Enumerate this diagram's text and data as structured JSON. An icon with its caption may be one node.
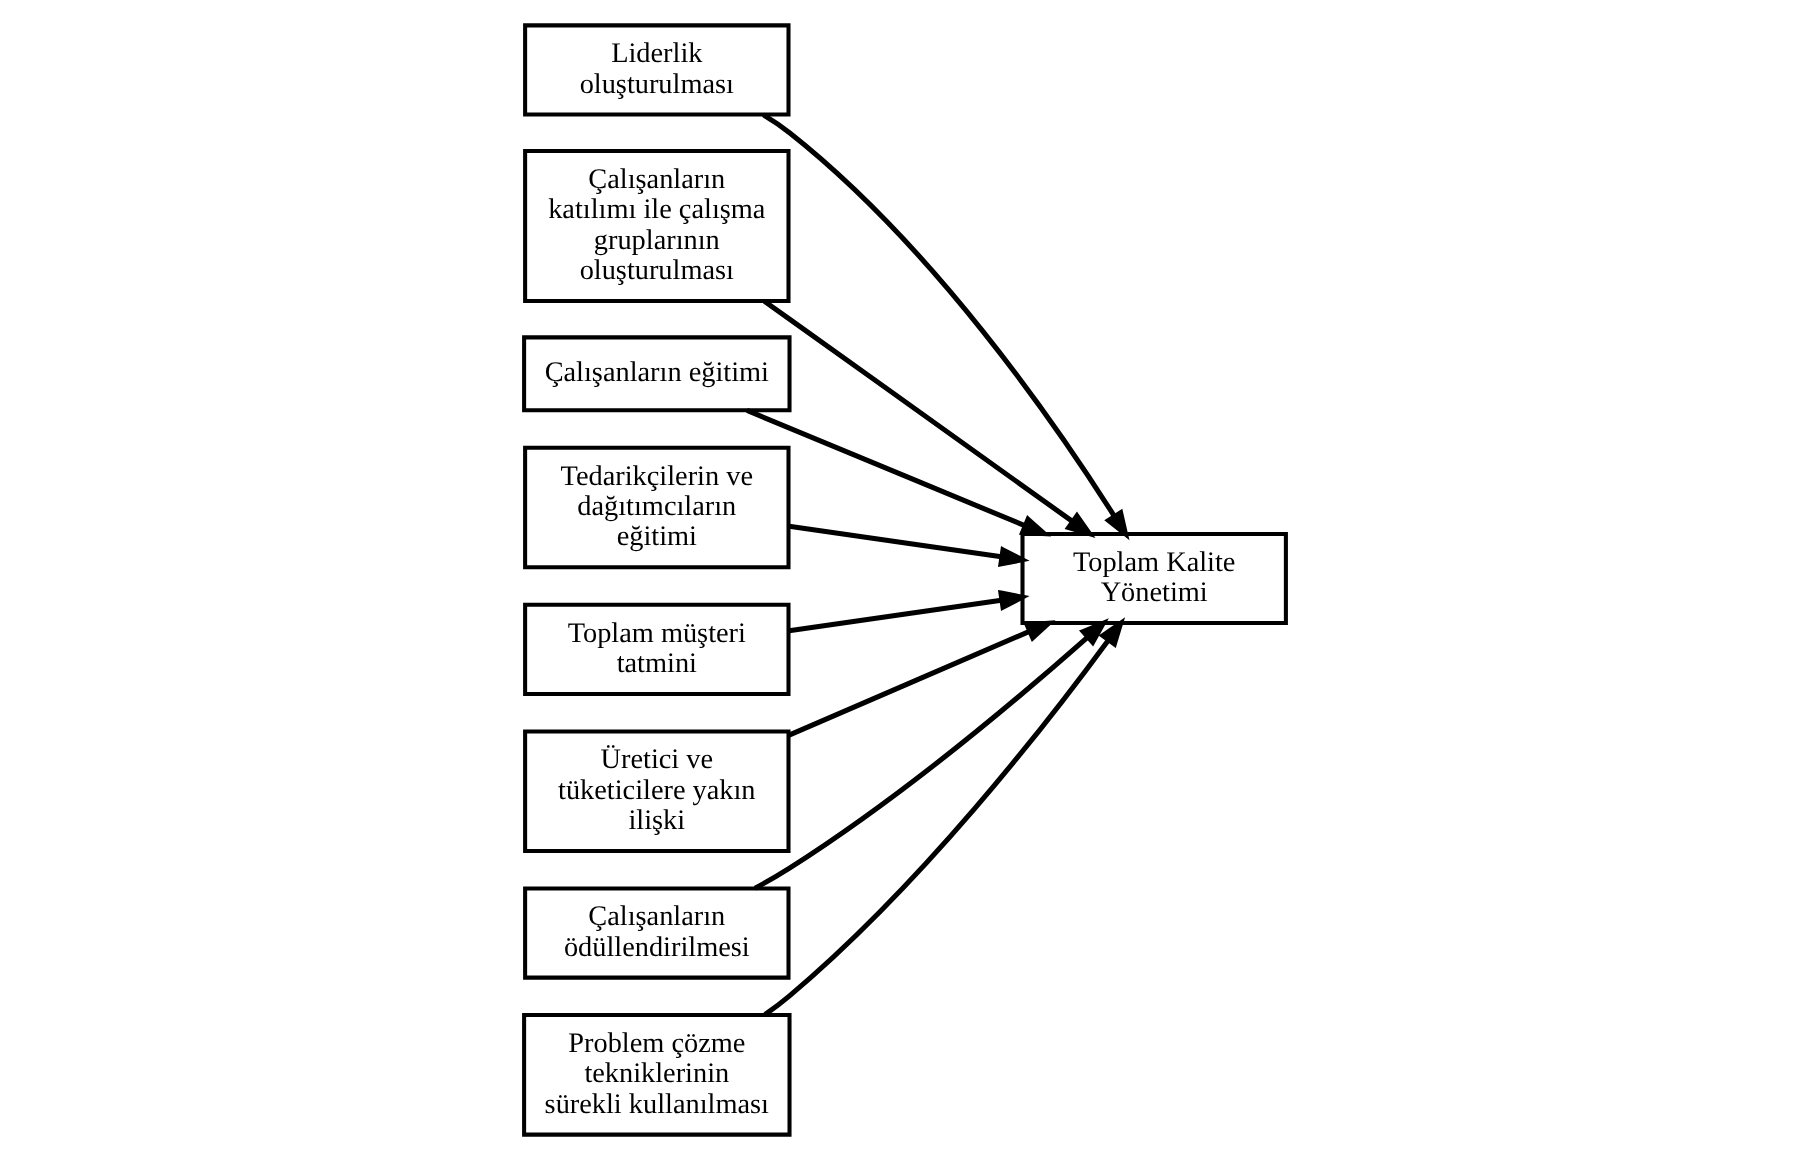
{
  "diagram": {
    "nodes": [
      {
        "text": [
          "Liderlik oluşturulması"
        ]
      },
      {
        "text": [
          "Çalışanların katılımı ile çalışma gruplarının oluşturulması"
        ]
      },
      {
        "text": [
          "Çalışanların eğitimi"
        ]
      },
      {
        "text": [
          "Tedarikçilerin ve dağıtımcıların eğitimi"
        ]
      },
      {
        "text": [
          "Toplam Kalite Yönetimi"
        ]
      },
      {
        "text": [
          "Toplam müşteri tatmini"
        ]
      },
      {
        "text": [
          "Üretici ve tüketicilere yakın ilişki"
        ]
      },
      {
        "text": [
          "Çalışanların ödüllendirilmesi"
        ]
      },
      {
        "text": [
          "Problem çözme tekniklerinin sürekli kullanılması"
        ]
      }
    ],
    "edges": [
      {
        "from": 0,
        "to": 4,
        "arrow": "to"
      },
      {
        "from": 1,
        "to": 4,
        "arrow": "to"
      },
      {
        "from": 2,
        "to": 4,
        "arrow": "to"
      },
      {
        "from": 3,
        "to": 4,
        "arrow": "to"
      },
      {
        "from": 5,
        "to": 4,
        "arrow": "to"
      },
      {
        "from": 6,
        "to": 4,
        "arrow": "to"
      },
      {
        "from": 7,
        "to": 4,
        "arrow": "to"
      },
      {
        "from": 8,
        "to": 4,
        "arrow": "to"
      }
    ]
  }
}
